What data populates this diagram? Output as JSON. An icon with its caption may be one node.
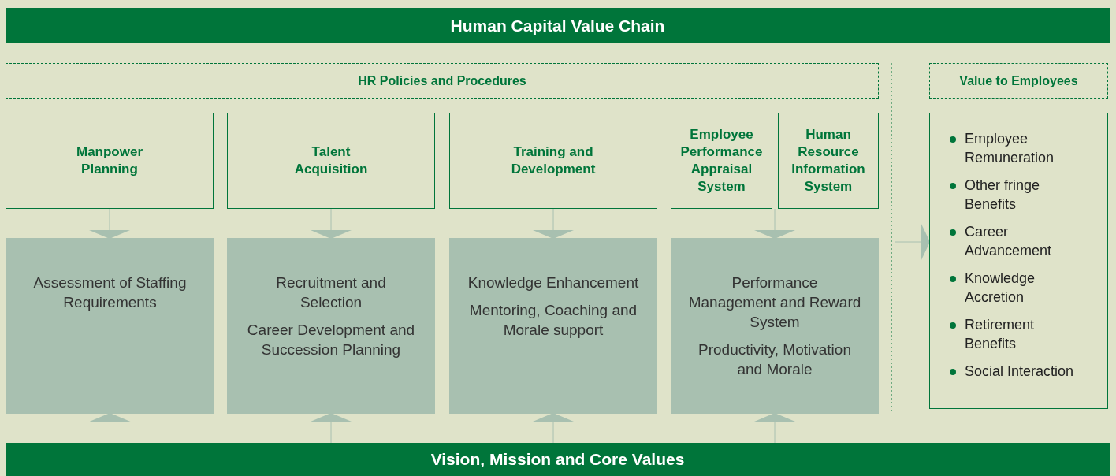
{
  "diagram": {
    "nodes": [
      {
        "text": [
          "Human Capital Value Chain"
        ]
      },
      {
        "text": [
          "HR Policies and Procedures"
        ]
      },
      {
        "text": [
          "Manpower Planning"
        ]
      },
      {
        "text": [
          "Talent Acquisition"
        ]
      },
      {
        "text": [
          "Training and Development"
        ]
      },
      {
        "text": [
          "Employee Performance Appraisal System"
        ]
      },
      {
        "text": [
          "Human Resource Information System"
        ]
      },
      {
        "text": [
          "Assessment of Staffing Requirements"
        ]
      },
      {
        "text": [
          "Recruitment and Selection",
          "Career Development and Succession Planning"
        ]
      },
      {
        "text": [
          "Knowledge Enhancement",
          "Mentoring, Coaching and Morale support"
        ]
      },
      {
        "text": [
          "Performance Management and Reward System",
          "Productivity, Motivation and Morale"
        ]
      },
      {
        "text": [
          "Value to Employees"
        ]
      },
      {
        "text": [
          "Employee Remuneration",
          "Other fringe Benefits",
          "Career Advancement",
          "Knowledge Accretion",
          "Retirement Benefits",
          "Social Interaction"
        ]
      },
      {
        "text": [
          "Vision, Mission and Core Values"
        ]
      }
    ],
    "edges": [
      {
        "from": 2,
        "to": 7,
        "arrow": "to"
      },
      {
        "from": 3,
        "to": 8,
        "arrow": "to"
      },
      {
        "from": 4,
        "to": 9,
        "arrow": "to"
      },
      {
        "from": 5,
        "to": 10,
        "arrow": "to"
      },
      {
        "from": 6,
        "to": 10,
        "arrow": "to"
      },
      {
        "from": 13,
        "to": 7,
        "arrow": "to"
      },
      {
        "from": 13,
        "to": 8,
        "arrow": "to"
      },
      {
        "from": 13,
        "to": 9,
        "arrow": "to"
      },
      {
        "from": 13,
        "to": 10,
        "arrow": "to"
      },
      {
        "from": null,
        "to": 12,
        "arrow": "to"
      }
    ]
  }
}
